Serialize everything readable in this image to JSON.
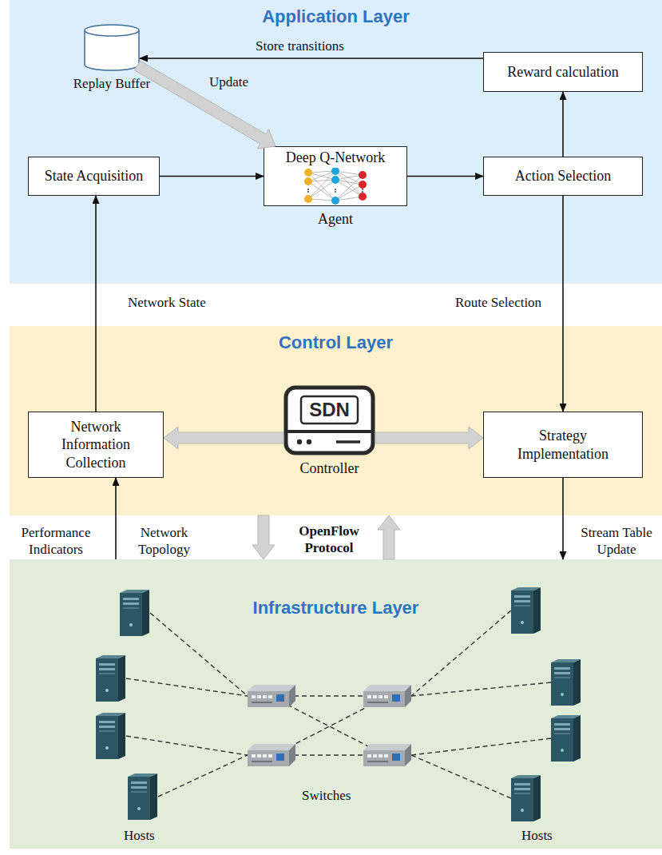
{
  "diagram": {
    "nodes": [
      {
        "text": [
          "Application Layer"
        ]
      },
      {
        "text": [
          "Replay Buffer"
        ],
        "in": 0
      },
      {
        "text": [
          "Reward calculation"
        ],
        "in": 0
      },
      {
        "text": [
          "State Acquisition"
        ],
        "in": 0
      },
      {
        "text": [
          "Deep Q-Network",
          "Agent"
        ],
        "in": 0
      },
      {
        "text": [
          "Action Selection"
        ],
        "in": 0
      },
      {
        "text": [
          "Control Layer"
        ]
      },
      {
        "text": [
          "Network Information Collection"
        ],
        "in": 6
      },
      {
        "text": [
          "SDN",
          "Controller"
        ],
        "in": 6
      },
      {
        "text": [
          "Strategy Implementation"
        ],
        "in": 6
      },
      {
        "text": [
          "Infrastructure Layer"
        ]
      }
    ],
    "edges": [
      {
        "from": 2,
        "to": 1,
        "arrow": "to",
        "label": "Store transitions"
      },
      {
        "from": 1,
        "to": 4,
        "arrow": "to",
        "label": "Update"
      },
      {
        "from": 3,
        "to": 4,
        "arrow": "to"
      },
      {
        "from": 4,
        "to": 5,
        "arrow": "to"
      },
      {
        "from": 5,
        "to": 2,
        "arrow": "to"
      },
      {
        "from": 7,
        "to": 3,
        "arrow": "to",
        "label": "Network State"
      },
      {
        "from": 5,
        "to": 9,
        "arrow": "to",
        "label": "Route Selection"
      },
      {
        "from": 8,
        "to": 7,
        "arrow": "to"
      },
      {
        "from": 8,
        "to": 9,
        "arrow": "to"
      },
      {
        "from": 10,
        "to": 7,
        "arrow": "to",
        "label": "Performance Indicators"
      },
      {
        "from": 9,
        "to": 10,
        "arrow": "to",
        "label": "Stream Table Update"
      },
      {
        "from": 6,
        "to": 10,
        "arrow": "to"
      },
      {
        "from": 10,
        "to": 6,
        "arrow": "to"
      }
    ],
    "labels": [
      "Network Topology",
      "OpenFlow Protocol",
      "Switches",
      "Hosts",
      "Hosts"
    ]
  }
}
